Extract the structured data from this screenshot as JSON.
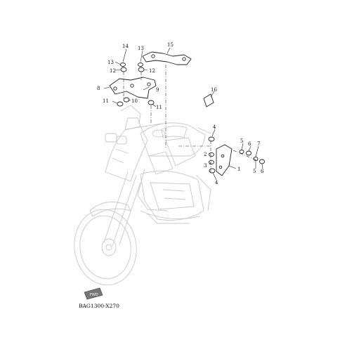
{
  "diagram": {
    "code": "BAG1300-X270",
    "fwd_label": "FWD",
    "callouts": [
      {
        "id": "c1",
        "text": "1"
      },
      {
        "id": "c2",
        "text": "2"
      },
      {
        "id": "c3",
        "text": "3"
      },
      {
        "id": "c4a",
        "text": "4"
      },
      {
        "id": "c4b",
        "text": "4"
      },
      {
        "id": "c5a",
        "text": "5"
      },
      {
        "id": "c5b",
        "text": "5"
      },
      {
        "id": "c6a",
        "text": "6"
      },
      {
        "id": "c6b",
        "text": "6"
      },
      {
        "id": "c7",
        "text": "7"
      },
      {
        "id": "c8",
        "text": "8"
      },
      {
        "id": "c9",
        "text": "9"
      },
      {
        "id": "c10",
        "text": "10"
      },
      {
        "id": "c11a",
        "text": "11"
      },
      {
        "id": "c11b",
        "text": "11"
      },
      {
        "id": "c12a",
        "text": "12"
      },
      {
        "id": "c12b",
        "text": "12"
      },
      {
        "id": "c13a",
        "text": "13"
      },
      {
        "id": "c13b",
        "text": "13"
      },
      {
        "id": "c14",
        "text": "14"
      },
      {
        "id": "c15",
        "text": "15"
      },
      {
        "id": "c16",
        "text": "16"
      }
    ]
  }
}
